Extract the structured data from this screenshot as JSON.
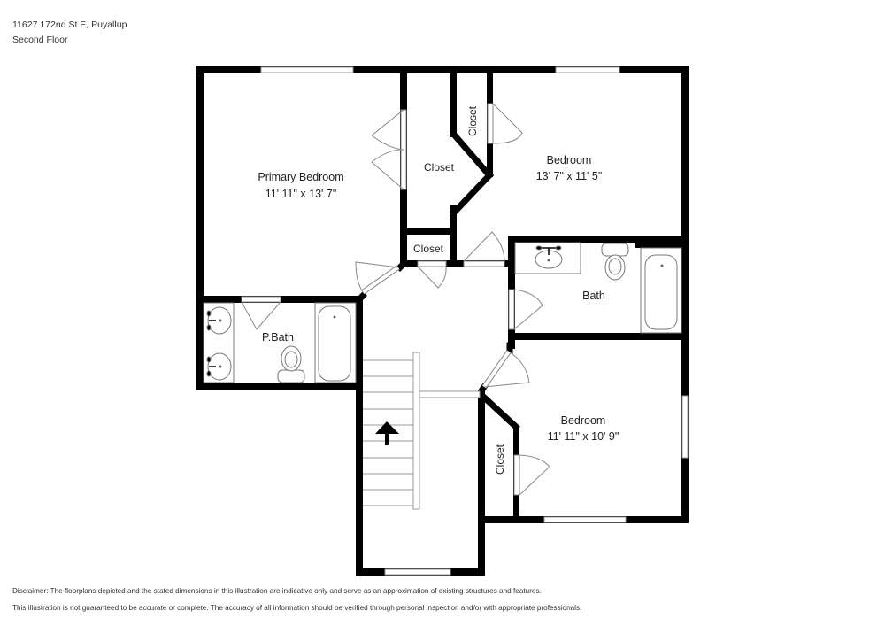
{
  "header": {
    "address": "11627 172nd St E, Puyallup",
    "floor": "Second Floor"
  },
  "rooms": {
    "primary_bedroom": {
      "name": "Primary Bedroom",
      "dimensions": "11' 11\" x 13' 7\""
    },
    "bedroom_ne": {
      "name": "Bedroom",
      "dimensions": "13' 7\" x 11' 5\""
    },
    "bedroom_se": {
      "name": "Bedroom",
      "dimensions": "11' 11\" x 10' 9\""
    },
    "closet_primary": {
      "name": "Closet"
    },
    "closet_ne_vertical": {
      "name": "Closet"
    },
    "closet_hall": {
      "name": "Closet"
    },
    "closet_se_vertical": {
      "name": "Closet"
    },
    "primary_bath": {
      "name": "P.Bath"
    },
    "bath": {
      "name": "Bath"
    }
  },
  "icons": {
    "stair_direction": "up-arrow-icon"
  },
  "disclaimer": {
    "line1": "Disclaimer: The floorplans depicted and the stated dimensions in this illustration are indicative only and serve as an approximation of existing structures and features.",
    "line2": "This illustration is not guaranteed to be accurate or complete. The accuracy of all information should be verified through personal inspection and/or with appropriate professionals."
  },
  "colors": {
    "wall": "#000000",
    "fixture": "#777777",
    "background": "#ffffff",
    "text": "#222222"
  }
}
